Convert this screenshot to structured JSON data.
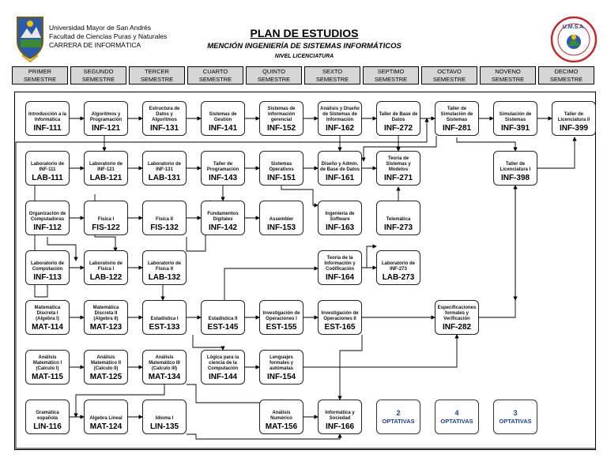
{
  "header": {
    "university": "Universidad Mayor de San Andrés",
    "faculty": "Facultad de Ciencias Puras y Naturales",
    "career": "CARRERA DE INFORMÁTICA",
    "title": "PLAN DE ESTUDIOS",
    "subtitle": "MENCIÓN INGENIERÍA DE SISTEMAS INFORMÁTICOS",
    "level": "NIVEL LICENCIATURA"
  },
  "semesters": [
    [
      "PRIMER",
      "SEMESTRE"
    ],
    [
      "SEGUNDO",
      "SEMESTRE"
    ],
    [
      "TERCER",
      "SEMESTRE"
    ],
    [
      "CUARTO",
      "SEMESTRE"
    ],
    [
      "QUINTO",
      "SEMESTRE"
    ],
    [
      "SEXTO",
      "SEMESTRE"
    ],
    [
      "SEPTIMO",
      "SEMESTRE"
    ],
    [
      "OCTAVO",
      "SEMESTRE"
    ],
    [
      "NOVENO",
      "SEMESTRE"
    ],
    [
      "DECIMO",
      "SEMESTRE"
    ]
  ],
  "courses": {
    "inf111": {
      "name": "Introducción a la Informática",
      "code": "INF-111"
    },
    "inf121": {
      "name": "Algoritmos y Programación",
      "code": "INF-121"
    },
    "inf131": {
      "name": "Estructura de Datos y Algoritmos",
      "code": "INF-131"
    },
    "inf141": {
      "name": "Sistemas de Gestión",
      "code": "INF-141"
    },
    "inf152": {
      "name": "Sistemas de información gerencial",
      "code": "INF-152"
    },
    "inf162": {
      "name": "Análisis y Diseño de Sistemas de Información",
      "code": "INF-162"
    },
    "inf272": {
      "name": "Taller de Base de Datos",
      "code": "INF-272"
    },
    "inf281": {
      "name": "Taller de Simulación de Sistemas",
      "code": "INF-281"
    },
    "inf391": {
      "name": "Simulación de Sistemas",
      "code": "INF-391"
    },
    "inf399": {
      "name": "Taller de Licenciatura II",
      "code": "INF-399"
    },
    "lab111": {
      "name": "Laboratorio de INF-111",
      "code": "LAB-111"
    },
    "lab121": {
      "name": "Laboratorio de INF-121",
      "code": "LAB-121"
    },
    "lab131": {
      "name": "Laboratorio de INF-131",
      "code": "LAB-131"
    },
    "inf143": {
      "name": "Taller de Programación",
      "code": "INF-143"
    },
    "inf151": {
      "name": "Sistemas Operativos",
      "code": "INF-151"
    },
    "inf161": {
      "name": "Diseño y Admin. de Base de Datos",
      "code": "INF-161"
    },
    "inf271": {
      "name": "Teoría de Sistemas y Modelos",
      "code": "INF-271"
    },
    "inf398": {
      "name": "Taller de Licenciatura I",
      "code": "INF-398"
    },
    "inf112": {
      "name": "Organización de Computadoras",
      "code": "INF-112"
    },
    "fis122": {
      "name": "Física I",
      "code": "FIS-122"
    },
    "fis132": {
      "name": "Física II",
      "code": "FIS-132"
    },
    "inf142": {
      "name": "Fundamentos Digitales",
      "code": "INF-142"
    },
    "inf153": {
      "name": "Assembler",
      "code": "INF-153"
    },
    "inf163": {
      "name": "Ingeniería de Software",
      "code": "INF-163"
    },
    "inf273": {
      "name": "Telemática",
      "code": "INF-273"
    },
    "inf113": {
      "name": "Laboratorio de Computación",
      "code": "INF-113"
    },
    "lab122": {
      "name": "Laboratorio de Física I",
      "code": "LAB-122"
    },
    "lab132": {
      "name": "Laboratorio de Física II",
      "code": "LAB-132"
    },
    "inf164": {
      "name": "Teoría de la Información y Codificación",
      "code": "INF-164"
    },
    "lab273": {
      "name": "Laboratorio de INF-273",
      "code": "LAB-273"
    },
    "mat114": {
      "name": "Matemática Discreta I (Algebra I)",
      "code": "MAT-114"
    },
    "mat123": {
      "name": "Matemática Discreta II (Algebra II)",
      "code": "MAT-123"
    },
    "est133": {
      "name": "Estadística I",
      "code": "EST-133"
    },
    "est145": {
      "name": "Estadística II",
      "code": "EST-145"
    },
    "est155": {
      "name": "Investigación de Operaciones I",
      "code": "EST-155"
    },
    "est165": {
      "name": "Investigación de Operaciones II",
      "code": "EST-165"
    },
    "inf282": {
      "name": "Especificaciones formales y Verificación",
      "code": "INF-282"
    },
    "mat115": {
      "name": "Análisis Matemático I (Calculo I)",
      "code": "MAT-115"
    },
    "mat125": {
      "name": "Análisis Matemático II (Calculo II)",
      "code": "MAT-125"
    },
    "mat134": {
      "name": "Análisis Matemático III (Calculo III)",
      "code": "MAT-134"
    },
    "inf144": {
      "name": "Lógica para la ciencia de la Computación",
      "code": "INF-144"
    },
    "inf154": {
      "name": "Lenguajes formales y autómatas",
      "code": "INF-154"
    },
    "lin116": {
      "name": "Gramática española",
      "code": "LIN-116"
    },
    "mat124": {
      "name": "Algebra Lineal",
      "code": "MAT-124"
    },
    "lin135": {
      "name": "Idioma I",
      "code": "LIN-135"
    },
    "mat156": {
      "name": "Análisis Numérico",
      "code": "MAT-156"
    },
    "inf166": {
      "name": "Informática y Sociedad",
      "code": "INF-166"
    }
  },
  "electives": [
    {
      "count": "2",
      "label": "OPTATIVAS"
    },
    {
      "count": "4",
      "label": "OPTATIVAS"
    },
    {
      "count": "3",
      "label": "OPTATIVAS"
    }
  ],
  "logos": {
    "right_text": "U.M.S.A."
  },
  "colors": {
    "semester_bg": "#d6d6d6",
    "elective_text": "#1f3f8f",
    "line": "#000000"
  }
}
